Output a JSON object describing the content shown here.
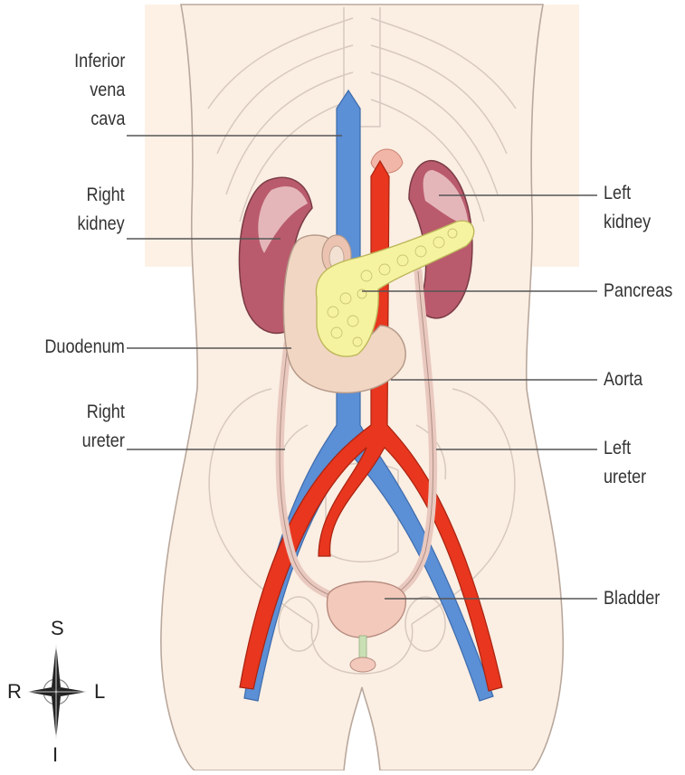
{
  "labels": {
    "ivc": [
      "Inferior",
      "vena",
      "cava"
    ],
    "right_kidney": [
      "Right",
      "kidney"
    ],
    "duodenum": [
      "Duodenum"
    ],
    "right_ureter": [
      "Right",
      "ureter"
    ],
    "left_kidney": [
      "Left",
      "kidney"
    ],
    "pancreas": [
      "Pancreas"
    ],
    "aorta": [
      "Aorta"
    ],
    "left_ureter": [
      "Left",
      "ureter"
    ],
    "bladder": [
      "Bladder"
    ]
  },
  "compass": {
    "superior": "S",
    "inferior": "I",
    "right": "R",
    "left": "L"
  },
  "colors": {
    "skin": "#fbeee3",
    "background_panel": "#fdf0e4",
    "vein": "#5b8fd6",
    "artery": "#e8361f",
    "kidney": "#b95b6c",
    "pancreas": "#f6f3a0",
    "duodenum": "#f2d6c4",
    "bladder": "#f3c9bc",
    "leader_line": "#555555"
  }
}
